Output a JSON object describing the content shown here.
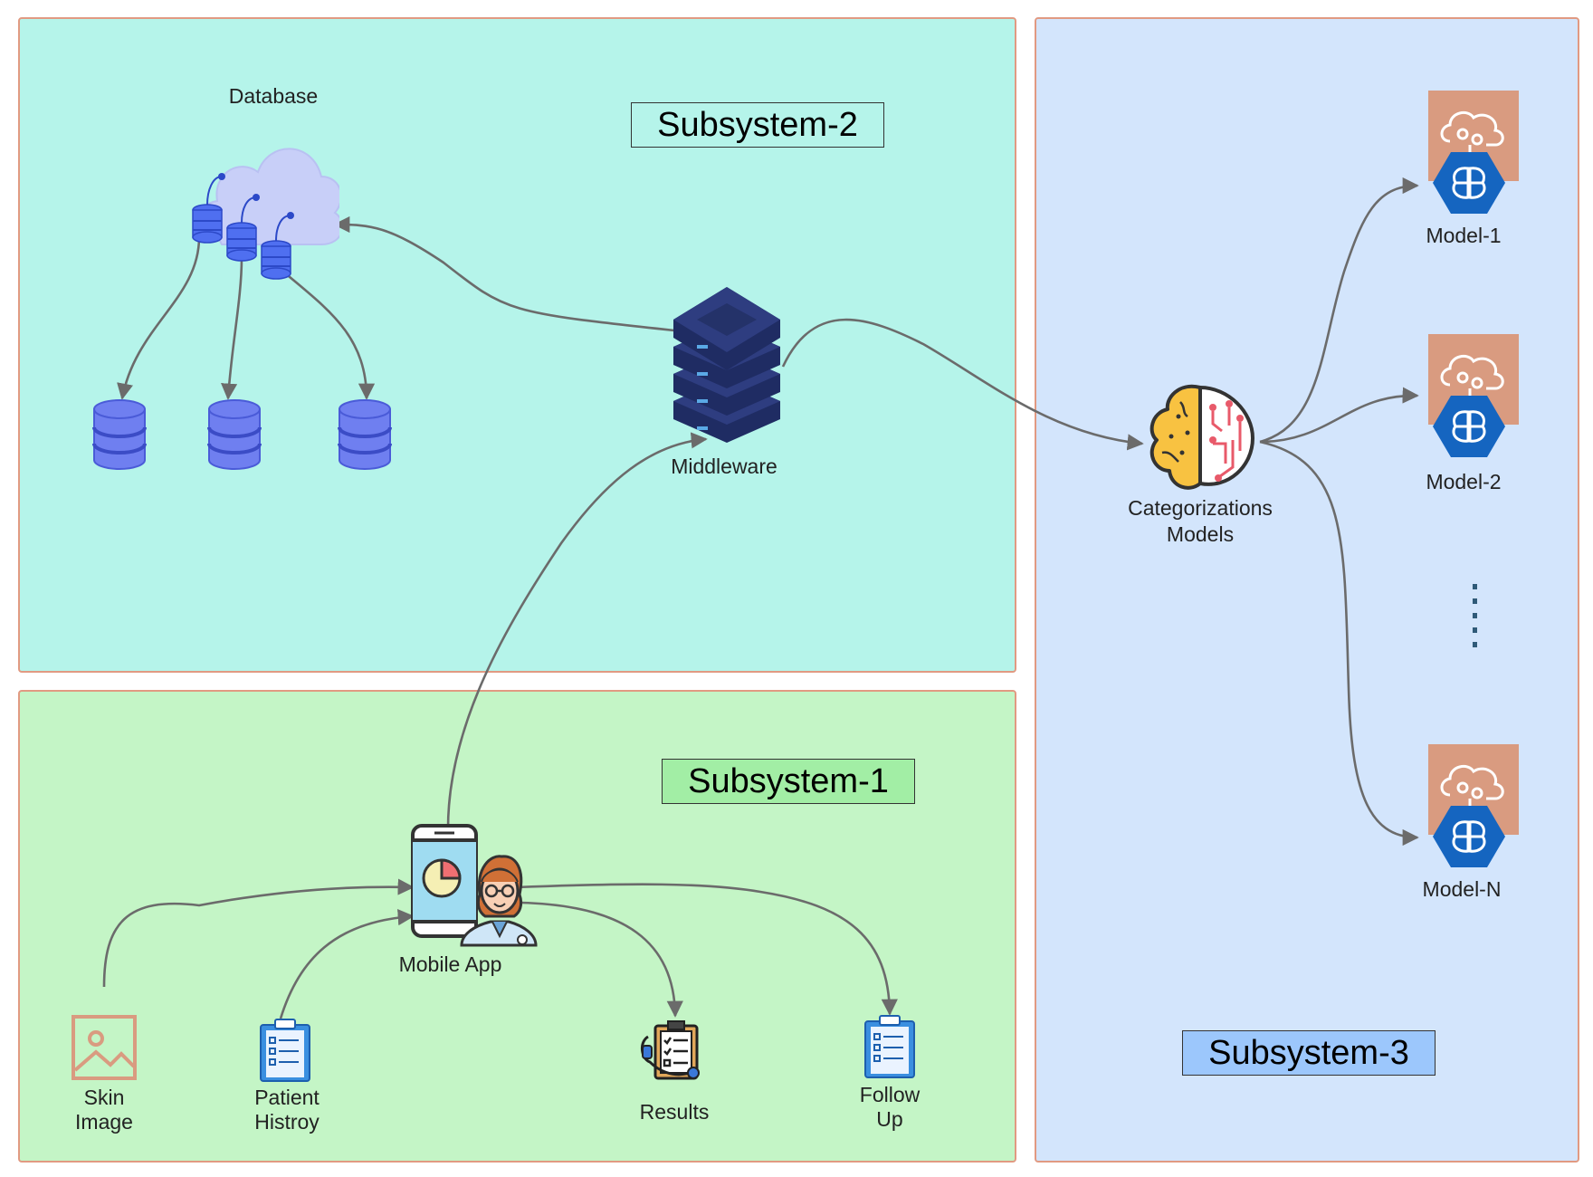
{
  "subsystems": {
    "s1": "Subsystem-1",
    "s2": "Subsystem-2",
    "s3": "Subsystem-3"
  },
  "nodes": {
    "database": "Database",
    "middleware": "Middleware",
    "categorization_line1": "Categorizations",
    "categorization_line2": "Models",
    "model1": "Model-1",
    "model2": "Model-2",
    "modelN": "Model-N",
    "mobile_app": "Mobile App",
    "skin_line1": "Skin",
    "skin_line2": "Image",
    "patient_line1": "Patient",
    "patient_line2": "Histroy",
    "results": "Results",
    "followup_line1": "Follow",
    "followup_line2": "Up"
  },
  "colors": {
    "subsystem2_bg": "#b5f4ea",
    "subsystem1_bg": "#c4f5c6",
    "subsystem3_bg": "#d3e5fc",
    "border": "#e19a82",
    "db_blue": "#6f7ff0",
    "server_navy": "#2b3a78",
    "model_hex": "#1565c0",
    "model_tile": "#d99b80",
    "wire": "#6b6b6b"
  }
}
